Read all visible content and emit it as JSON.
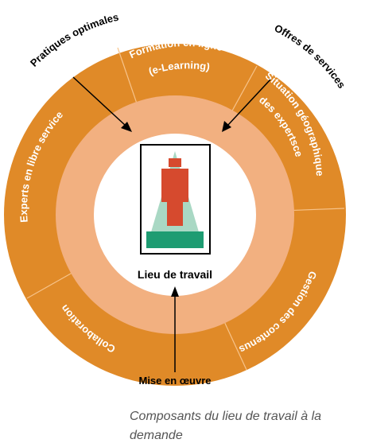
{
  "colors": {
    "outer_ring": "#E08A28",
    "inner_ring": "#F2B080",
    "center": "#FFFFFF",
    "divider": "#F7C38A",
    "figure_red": "#D64A2E",
    "triangle_light": "#A9D8C4",
    "triangle_dark": "#1E9C72"
  },
  "segments": {
    "formation": [
      "Formation en ligne",
      "(e-Learning)"
    ],
    "situation": [
      "Situation géographique",
      "des expertsce"
    ],
    "gestion": "Gestion des contenus",
    "collaboration": "Collaboration",
    "experts": "Experts en libre service"
  },
  "outer_labels": {
    "pratiques": "Pratiques optimales",
    "offres": "Offres de services",
    "mise": "Mise en œuvre"
  },
  "center": {
    "label": "Lieu de travail"
  },
  "caption": "Composants du lieu de travail à la demande"
}
